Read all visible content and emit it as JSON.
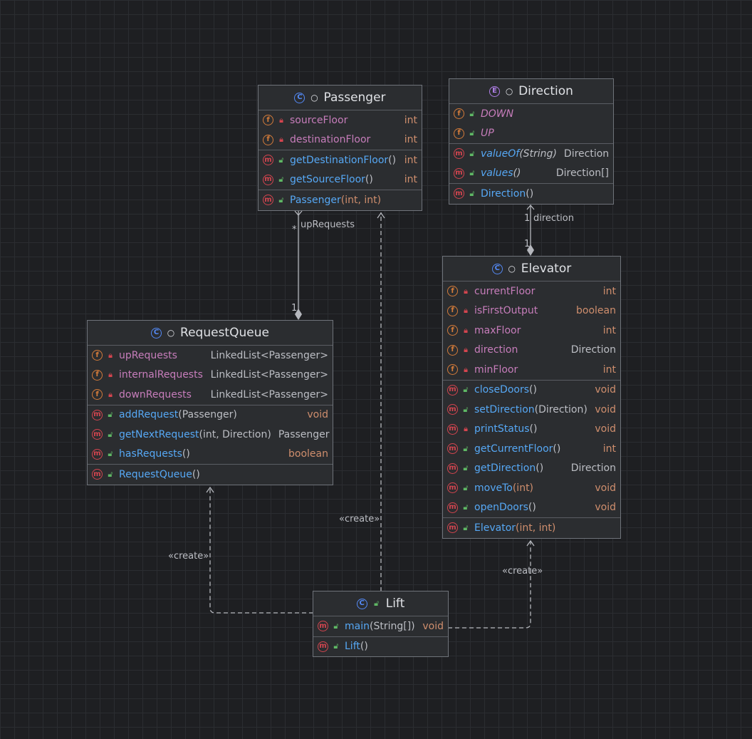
{
  "classes": {
    "passenger": {
      "title": "Passenger",
      "fields": [
        {
          "name": "sourceFloor",
          "type": "int"
        },
        {
          "name": "destinationFloor",
          "type": "int"
        }
      ],
      "methods": [
        {
          "name": "getDestinationFloor",
          "params": "()",
          "type": "int"
        },
        {
          "name": "getSourceFloor",
          "params": "()",
          "type": "int"
        }
      ],
      "constructors": [
        {
          "name": "Passenger",
          "params": "(int, int)"
        }
      ]
    },
    "direction": {
      "title": "Direction",
      "fields": [
        {
          "name": "DOWN"
        },
        {
          "name": "UP"
        }
      ],
      "methods": [
        {
          "name": "valueOf",
          "params": "(String)",
          "type": "Direction"
        },
        {
          "name": "values",
          "params": "()",
          "type": "Direction[]"
        }
      ],
      "constructors": [
        {
          "name": "Direction",
          "params": "()"
        }
      ]
    },
    "elevator": {
      "title": "Elevator",
      "fields": [
        {
          "name": "currentFloor",
          "type": "int"
        },
        {
          "name": "isFirstOutput",
          "type": "boolean"
        },
        {
          "name": "maxFloor",
          "type": "int"
        },
        {
          "name": "direction",
          "type": "Direction"
        },
        {
          "name": "minFloor",
          "type": "int"
        }
      ],
      "methods": [
        {
          "name": "closeDoors",
          "params": "()",
          "type": "void"
        },
        {
          "name": "setDirection",
          "params": "(Direction)",
          "type": "void"
        },
        {
          "name": "printStatus",
          "params": "()",
          "type": "void"
        },
        {
          "name": "getCurrentFloor",
          "params": "()",
          "type": "int"
        },
        {
          "name": "getDirection",
          "params": "()",
          "type": "Direction"
        },
        {
          "name": "moveTo",
          "params": "(int)",
          "type": "void"
        },
        {
          "name": "openDoors",
          "params": "()",
          "type": "void"
        }
      ],
      "constructors": [
        {
          "name": "Elevator",
          "params": "(int, int)"
        }
      ]
    },
    "request_queue": {
      "title": "RequestQueue",
      "fields": [
        {
          "name": "upRequests",
          "type": "LinkedList<Passenger>"
        },
        {
          "name": "internalRequests",
          "type": "LinkedList<Passenger>"
        },
        {
          "name": "downRequests",
          "type": "LinkedList<Passenger>"
        }
      ],
      "methods": [
        {
          "name": "addRequest",
          "params": "(Passenger)",
          "type": "void"
        },
        {
          "name": "getNextRequest",
          "params": "(int, Direction)",
          "type": "Passenger"
        },
        {
          "name": "hasRequests",
          "params": "()",
          "type": "boolean"
        }
      ],
      "constructors": [
        {
          "name": "RequestQueue",
          "params": "()"
        }
      ]
    },
    "lift": {
      "title": "Lift",
      "methods": [
        {
          "name": "main",
          "params": "(String[])",
          "type": "void"
        }
      ],
      "constructors": [
        {
          "name": "Lift",
          "params": "()"
        }
      ]
    }
  },
  "relations": {
    "up_requests_role": "upRequests",
    "up_requests_mult_many": "*",
    "up_requests_mult_one": "1",
    "direction_role": "direction",
    "direction_mult_top": "1",
    "direction_mult_bottom": "1",
    "create_passenger": "«create»",
    "create_request_queue": "«create»",
    "create_elevator": "«create»"
  },
  "icons": {
    "class": "class-icon",
    "enum": "enum-icon",
    "method": "method-icon",
    "field": "field-icon",
    "private": "lock-icon",
    "public": "unlock-icon"
  },
  "colors": {
    "background": "#1e1f22",
    "box": "#2b2d30",
    "field_name": "#c77dbb",
    "method_name": "#56a8f5",
    "keyword_type": "#cf8e6d",
    "class_icon": "#548af7",
    "enum_icon": "#b07fe8",
    "method_icon": "#d4454f",
    "field_icon": "#d37b3a"
  }
}
